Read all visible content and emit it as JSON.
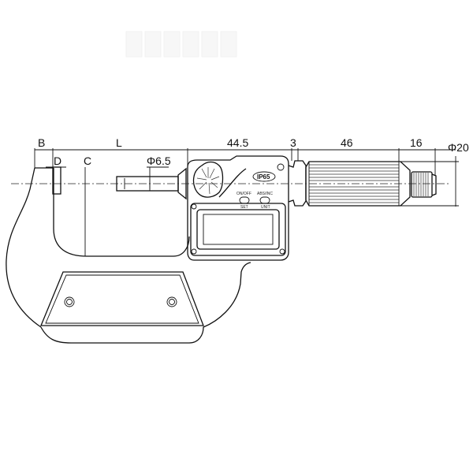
{
  "drawing": {
    "subject": "Digital outside micrometer",
    "dimensions": {
      "B": "B",
      "L": "L",
      "D": "D",
      "C": "C",
      "spindle_dia": "Φ6.5",
      "body_len": "44.5",
      "gap": "3",
      "thimble_len": "46",
      "ratchet_len": "16",
      "thimble_dia": "Φ20"
    },
    "body": {
      "ip_rating": "IP65",
      "button_left_top": "ON/OFF",
      "button_left_bottom": "SET",
      "button_right_top": "ABS/INC",
      "button_right_bottom": "UNIT"
    }
  }
}
